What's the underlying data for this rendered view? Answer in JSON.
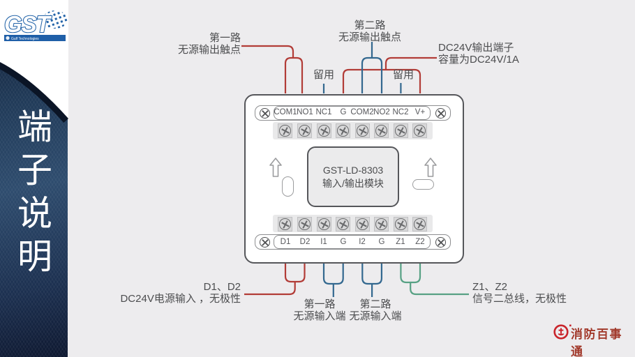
{
  "sidebar": {
    "title": "端子说明",
    "logo": {
      "text": "GST",
      "tagline": "Gulf Technologies"
    }
  },
  "module": {
    "name_line1": "GST-LD-8303",
    "name_line2": "输入/输出模块",
    "top_terminals": [
      "COM1",
      "NO1",
      "NC1",
      "G",
      "COM2",
      "NO2",
      "NC2",
      "V+"
    ],
    "bottom_terminals": [
      "D1",
      "D2",
      "I1",
      "G",
      "I2",
      "G",
      "Z1",
      "Z2"
    ]
  },
  "annotations": {
    "output1": {
      "line1": "第一路",
      "line2": "无源输出触点"
    },
    "output2": {
      "line1": "第二路",
      "line2": "无源输出触点"
    },
    "dc24v_out": {
      "line1": "DC24V输出端子",
      "line2": "容量为DC24V/1A"
    },
    "reserved1": "留用",
    "reserved2": "留用",
    "power_in": {
      "line1": "D1、D2",
      "line2": "DC24V电源输入 ，无极性"
    },
    "input1": {
      "line1": "第一路",
      "line2": "无源输入端"
    },
    "input2": {
      "line1": "第二路",
      "line2": "无源输入端"
    },
    "bus": {
      "line1": "Z1、Z2",
      "line2": "信号二总线，无极性"
    }
  },
  "footer": {
    "brand": "消防百事通"
  },
  "colors": {
    "wire_red": "#b23c37",
    "wire_blue": "#33688f",
    "wire_green": "#57a184",
    "sidebar_navy": "#23405f",
    "brand_red": "#c9252c",
    "background": "#edecee"
  }
}
